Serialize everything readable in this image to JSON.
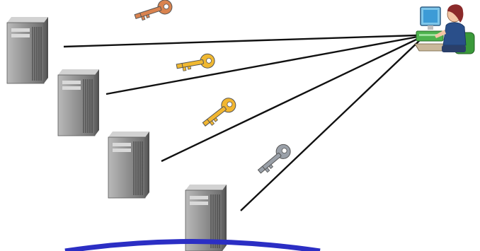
{
  "diagram": {
    "servers": [
      {
        "id": "server-1",
        "key_style": "copper"
      },
      {
        "id": "server-2",
        "key_style": "gold"
      },
      {
        "id": "server-3",
        "key_style": "gold"
      },
      {
        "id": "server-4",
        "key_style": "silver"
      }
    ],
    "client": {
      "icon": "user-at-computer-icon"
    },
    "colors": {
      "line": "#111111",
      "server_front": "#8a8a8a",
      "server_side": "#5c5c5c",
      "server_top": "#c9c9c9",
      "arc": "#2b2ec4",
      "key_copper": "#c8693a",
      "key_gold": "#e0a020",
      "key_silver": "#9aa0a8"
    }
  }
}
